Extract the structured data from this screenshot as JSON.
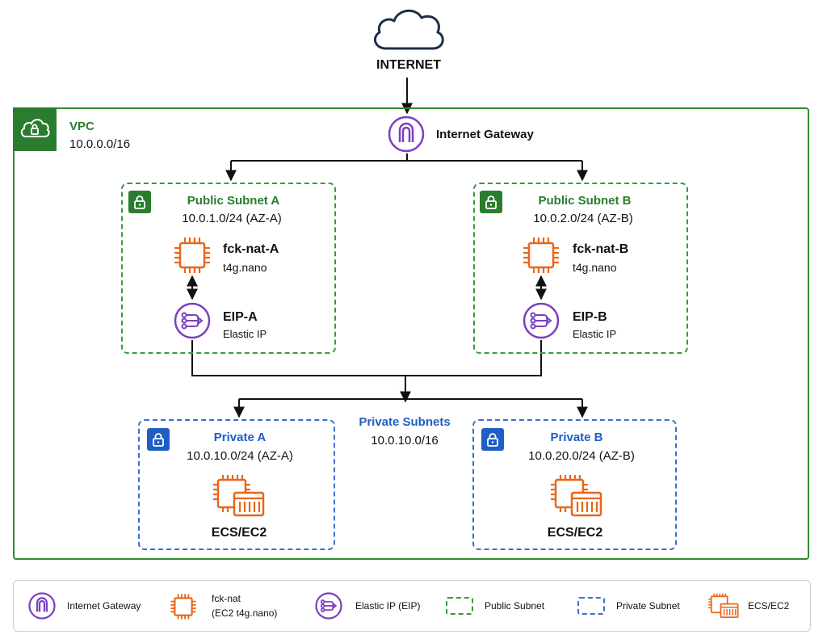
{
  "internet": {
    "label": "INTERNET"
  },
  "vpc": {
    "title": "VPC",
    "cidr": "10.0.0.0/16"
  },
  "igw": {
    "label": "Internet Gateway"
  },
  "public_subnets": [
    {
      "title": "Public Subnet A",
      "cidr": "10.0.1.0/24 (AZ-A)",
      "nat_name": "fck-nat-A",
      "nat_type": "t4g.nano",
      "eip_name": "EIP-A",
      "eip_type": "Elastic IP"
    },
    {
      "title": "Public Subnet B",
      "cidr": "10.0.2.0/24 (AZ-B)",
      "nat_name": "fck-nat-B",
      "nat_type": "t4g.nano",
      "eip_name": "EIP-B",
      "eip_type": "Elastic IP"
    }
  ],
  "private_group": {
    "title": "Private Subnets",
    "cidr": "10.0.10.0/16"
  },
  "private_subnets": [
    {
      "title": "Private A",
      "cidr": "10.0.10.0/24 (AZ-A)",
      "workload": "ECS/EC2"
    },
    {
      "title": "Private B",
      "cidr": "10.0.20.0/24 (AZ-B)",
      "workload": "ECS/EC2"
    }
  ],
  "legend": {
    "igw": "Internet Gateway",
    "nat_line1": "fck-nat",
    "nat_line2": "(EC2 t4g.nano)",
    "eip": "Elastic IP (EIP)",
    "public": "Public Subnet",
    "private": "Private Subnet",
    "ecs": "ECS/EC2"
  },
  "colors": {
    "vpc_green": "#2a7d2e",
    "private_blue": "#1f5fc4",
    "igw_purple": "#7b3fc0",
    "ec2_orange": "#e8661a",
    "cloud_navy": "#1f2d4d"
  },
  "icons": [
    "cloud-icon",
    "vpc-cloud-lock-icon",
    "internet-gateway-icon",
    "lock-icon",
    "ec2-chip-icon",
    "elastic-ip-icon",
    "ecs-ec2-icon"
  ]
}
